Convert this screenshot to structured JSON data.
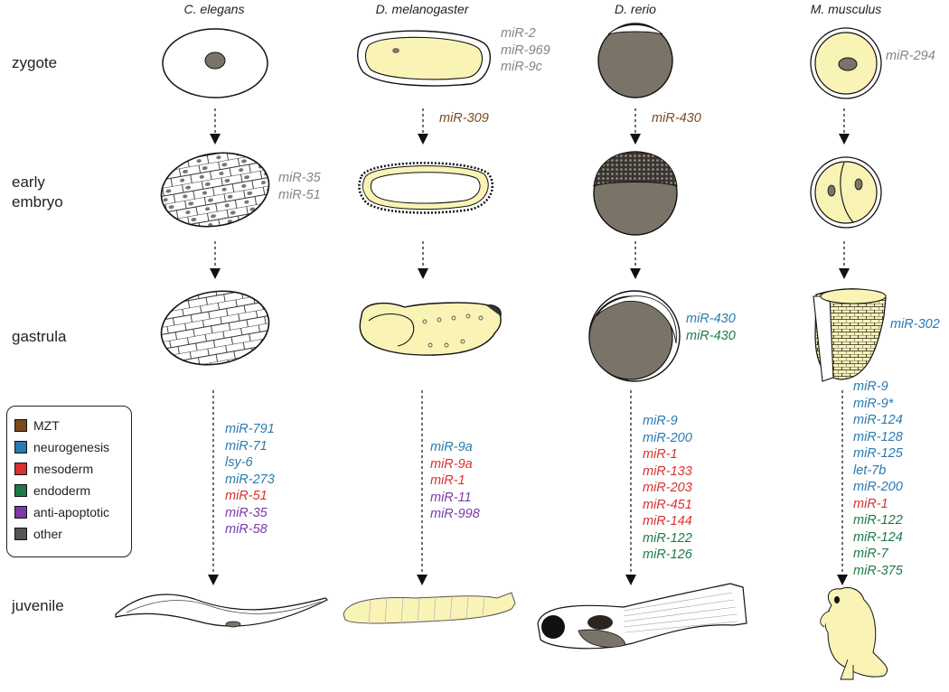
{
  "colors": {
    "MZT": "#7a4a1e",
    "neurogenesis": "#2a7ab0",
    "mesoderm": "#d93030",
    "endoderm": "#1e7a45",
    "anti_apoptotic": "#7a3aa8",
    "other": "#858585",
    "yolk": "#faf3b6",
    "grey_cell": "#7a7468"
  },
  "species": [
    "C. elegans",
    "D. melanogaster",
    "D. rerio",
    "M. musculus"
  ],
  "stages": {
    "zygote": "zygote",
    "early_line1": "early",
    "early_line2": "embryo",
    "gastrula": "gastrula",
    "juvenile": "juvenile"
  },
  "legend": [
    {
      "label": "MZT",
      "color": "#7a4a1e"
    },
    {
      "label": "neurogenesis",
      "color": "#2a7ab0"
    },
    {
      "label": "mesoderm",
      "color": "#d93030"
    },
    {
      "label": "endoderm",
      "color": "#1e7a45"
    },
    {
      "label": "anti-apoptotic",
      "color": "#7a3aa8"
    },
    {
      "label": "other",
      "color": "#555555"
    }
  ],
  "annotations": {
    "dm_zygote": [
      "miR-2",
      "miR-969",
      "miR-9c"
    ],
    "mm_zygote": [
      "miR-294"
    ],
    "dm_mzt": "miR-309",
    "dr_mzt": "miR-430",
    "ce_early": [
      "miR-35",
      "miR-51"
    ],
    "dr_gastrula": [
      {
        "text": "miR-430",
        "color": "#2a7ab0"
      },
      {
        "text": "miR-430",
        "color": "#1e7a45"
      }
    ],
    "mm_gastrula": {
      "text": "miR-302",
      "color": "#2a7ab0"
    }
  },
  "late_lists": {
    "celegans": [
      {
        "text": "miR-791",
        "color": "#2a7ab0"
      },
      {
        "text": "miR-71",
        "color": "#2a7ab0"
      },
      {
        "text": "lsy-6",
        "color": "#2a7ab0"
      },
      {
        "text": "miR-273",
        "color": "#2a7ab0"
      },
      {
        "text": "miR-51",
        "color": "#d93030"
      },
      {
        "text": "miR-35",
        "color": "#7a3aa8"
      },
      {
        "text": "miR-58",
        "color": "#7a3aa8"
      }
    ],
    "dmelanogaster": [
      {
        "text": "miR-9a",
        "color": "#2a7ab0"
      },
      {
        "text": "miR-9a",
        "color": "#d93030"
      },
      {
        "text": "miR-1",
        "color": "#d93030"
      },
      {
        "text": "miR-11",
        "color": "#7a3aa8"
      },
      {
        "text": "miR-998",
        "color": "#7a3aa8"
      }
    ],
    "drerio": [
      {
        "text": "miR-9",
        "color": "#2a7ab0"
      },
      {
        "text": "miR-200",
        "color": "#2a7ab0"
      },
      {
        "text": "miR-1",
        "color": "#d93030"
      },
      {
        "text": "miR-133",
        "color": "#d93030"
      },
      {
        "text": "miR-203",
        "color": "#d93030"
      },
      {
        "text": "miR-451",
        "color": "#d93030"
      },
      {
        "text": "miR-144",
        "color": "#d93030"
      },
      {
        "text": "miR-122",
        "color": "#1e7a45"
      },
      {
        "text": "miR-126",
        "color": "#1e7a45"
      }
    ],
    "mmusculus": [
      {
        "text": "miR-9",
        "color": "#2a7ab0"
      },
      {
        "text": "miR-9*",
        "color": "#2a7ab0"
      },
      {
        "text": "miR-124",
        "color": "#2a7ab0"
      },
      {
        "text": "miR-128",
        "color": "#2a7ab0"
      },
      {
        "text": "miR-125",
        "color": "#2a7ab0"
      },
      {
        "text": "let-7b",
        "color": "#2a7ab0"
      },
      {
        "text": "miR-200",
        "color": "#2a7ab0"
      },
      {
        "text": "miR-1",
        "color": "#d93030"
      },
      {
        "text": "miR-122",
        "color": "#1e7a45"
      },
      {
        "text": "miR-124",
        "color": "#1e7a45"
      },
      {
        "text": "miR-7",
        "color": "#1e7a45"
      },
      {
        "text": "miR-375",
        "color": "#1e7a45"
      }
    ]
  }
}
